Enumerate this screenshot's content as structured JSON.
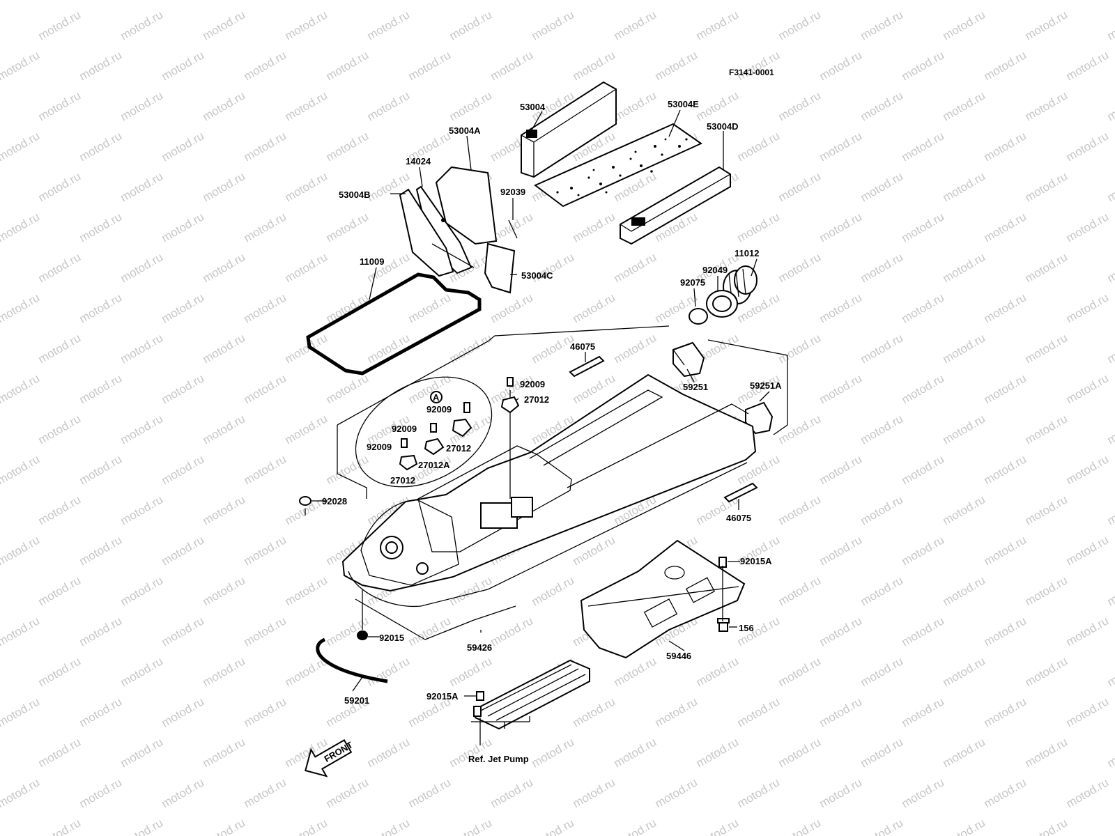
{
  "diagram_code": "F3141-0001",
  "watermark": "motod.ru",
  "front_label": "FRONT",
  "ref_note": "Ref. Jet Pump",
  "callouts": {
    "p53004": "53004",
    "p53004E": "53004E",
    "p53004D": "53004D",
    "p53004A": "53004A",
    "p14024": "14024",
    "p53004B": "53004B",
    "p92039": "92039",
    "p53004C": "53004C",
    "p11009": "11009",
    "p11012": "11012",
    "p92049": "92049",
    "p92075": "92075",
    "p46075_top": "46075",
    "p92009_top": "92009",
    "p27012_top": "27012",
    "p59251": "59251",
    "p59251A": "59251A",
    "circle_marker": "A",
    "p92009_a": "92009",
    "p92009_b": "92009",
    "p92009_c": "92009",
    "p27012_a": "27012",
    "p27012A": "27012A",
    "p27012_b": "27012",
    "p92028": "92028",
    "p46075_bottom": "46075",
    "p92015A_right": "92015A",
    "p156": "156",
    "p92015": "92015",
    "p59426": "59426",
    "p59446": "59446",
    "p59201": "59201",
    "p92015A_bottom": "92015A"
  }
}
